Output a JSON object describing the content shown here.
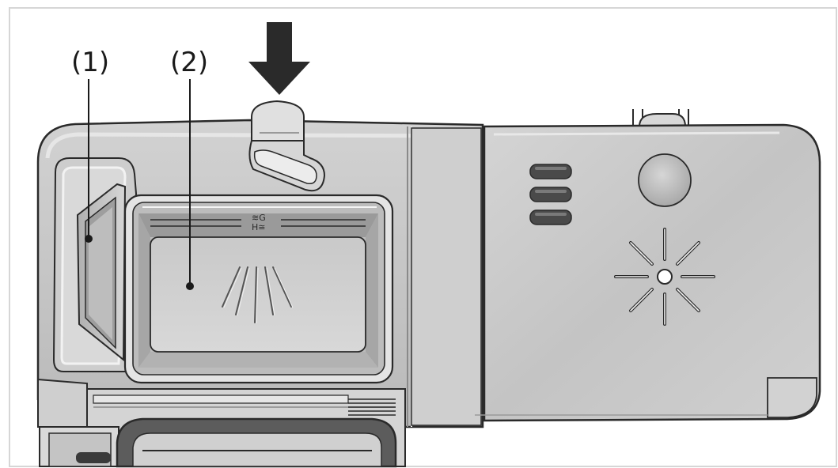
{
  "figure": {
    "callouts": [
      {
        "id": "1",
        "text": "(1)",
        "target": "rinse-aid-reservoir"
      },
      {
        "id": "2",
        "text": "(2)",
        "target": "detergent-compartment"
      }
    ],
    "lid_markings": {
      "line1": "≋G",
      "line2": "H≅"
    },
    "icons": [
      "push-down-arrow-icon",
      "rinse-aid-indicator-icon",
      "sparkle-icon",
      "lid-level-markings-icon"
    ],
    "colors": {
      "outline": "#2a2a2a",
      "body": "#c7c7c7",
      "body_light": "#e3e3e3",
      "body_dark": "#9e9e9e",
      "lid": "#c2c2c2",
      "frame": "#d9d9d9"
    }
  }
}
